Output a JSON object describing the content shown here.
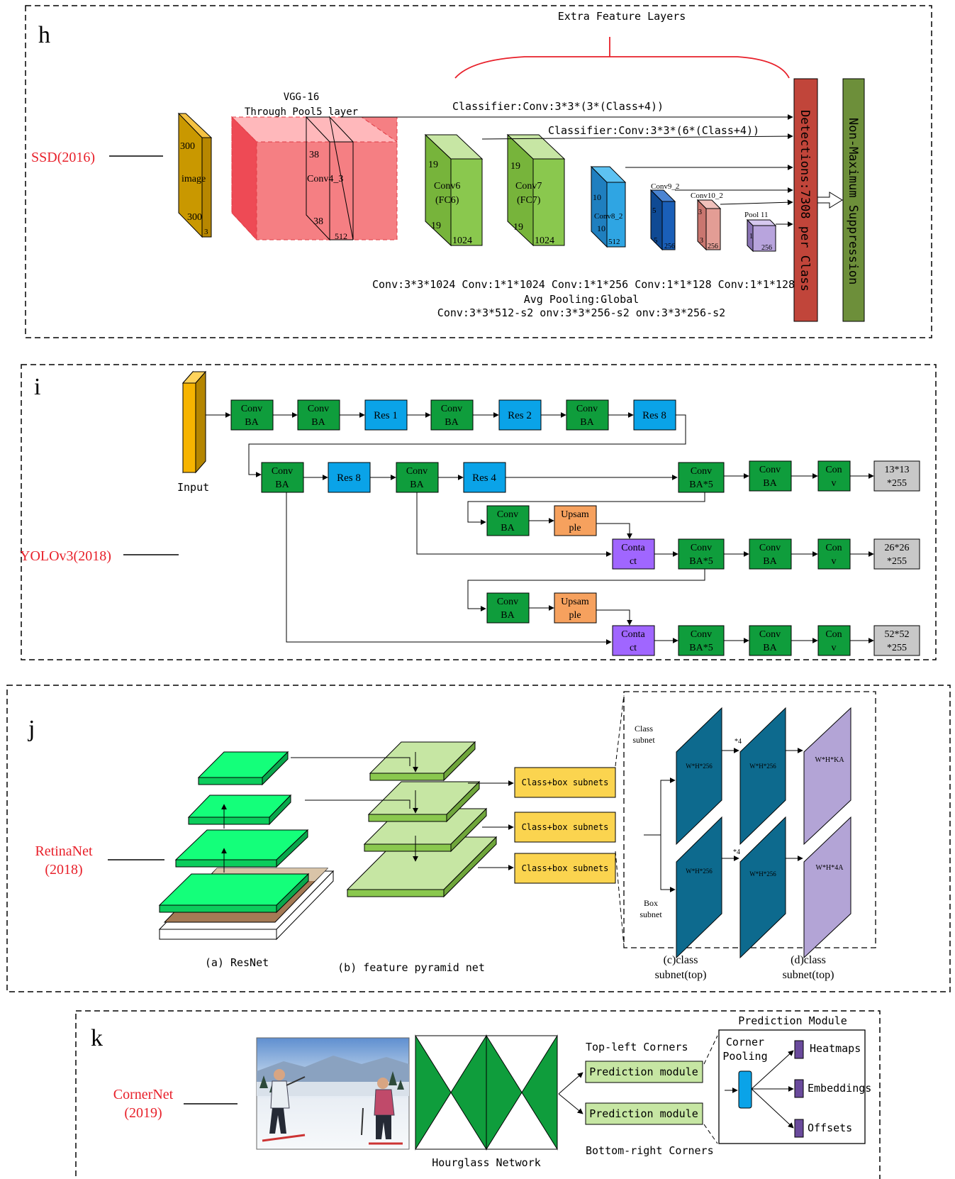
{
  "colors": {
    "red": "#e8202a",
    "yellow": "#f4b400",
    "green": "#0f9d3c",
    "blue": "#0aa3e8",
    "orange": "#f6a15e",
    "purple": "#a066ff",
    "gray": "#c8c8c8",
    "detections": "#c1453a",
    "nms": "#6d8f3a"
  },
  "ssd": {
    "letter": "h",
    "model": "SSD(2016)",
    "extra_feature_layers": "Extra Feature Layers",
    "vgg_line1": "VGG-16",
    "vgg_line2": "Through Pool5 layer",
    "input_top": "300",
    "input_mid": "image",
    "input_bottom": "300",
    "input_depth": "3",
    "conv4_name": "Conv4_3",
    "conv4_top": "38",
    "conv4_bottom": "38",
    "conv4_depth": "512",
    "conv6_name1": "Conv6",
    "conv6_name2": "(FC6)",
    "conv6_top": "19",
    "conv6_bottom": "19",
    "conv6_depth": "1024",
    "conv7_name1": "Conv7",
    "conv7_name2": "(FC7)",
    "conv7_top": "19",
    "conv7_bottom": "19",
    "conv7_depth": "1024",
    "conv8_name": "Conv8_2",
    "conv8_top": "10",
    "conv8_bottom": "10",
    "conv8_depth": "512",
    "conv9_name": "Conv9_2",
    "conv9_top": "5",
    "conv9_bottom": "5",
    "conv9_depth": "256",
    "conv10_name": "Conv10_2",
    "conv10_top": "3",
    "conv10_bottom": "3",
    "conv10_depth": "256",
    "pool11_name": "Pool 11",
    "pool11_mid": "1",
    "pool11_depth": "256",
    "classifier1": "Classifier:Conv:3*3*(3*(Class+4))",
    "classifier2": "Classifier:Conv:3*3*(6*(Class+4))",
    "detections": "Detections:7308 per Class",
    "nms": "Non-Maximum Suppression",
    "conv_line1": "Conv:3*3*1024 Conv:1*1*1024 Conv:1*1*256 Conv:1*1*128 Conv:1*1*128",
    "conv_line2": "Avg Pooling:Global",
    "conv_line3": "Conv:3*3*512-s2   onv:3*3*256-s2  onv:3*3*256-s2"
  },
  "yolo": {
    "letter": "i",
    "model": "YOLOv3(2018)",
    "input": "Input",
    "conv1": "Conv",
    "ba": "BA",
    "res1": "Res 1",
    "res2": "Res 2",
    "res8": "Res 8",
    "res4": "Res 4",
    "ba5": "BA*5",
    "con": "Con",
    "v": "v",
    "upsam": "Upsam",
    "ple": "ple",
    "conta": "Conta",
    "ct": "ct",
    "out1a": "13*13",
    "out1b": "*255",
    "out2a": "26*26",
    "out2b": "*255",
    "out3a": "52*52",
    "out3b": "*255"
  },
  "retina": {
    "letter": "j",
    "model1": "RetinaNet",
    "model2": "(2018)",
    "subnets": "Class+box subnets",
    "class_subnet1": "Class",
    "class_subnet2": "subnet",
    "box_subnet1": "Box",
    "box_subnet2": "subnet",
    "whx256": "W*H*256",
    "whka": "W*H*KA",
    "wh4a": "W*H*4A",
    "times4": "*4",
    "cap_a": "(a)  ResNet",
    "cap_b": "(b)  feature pyramid net",
    "cap_c1": "(c)class",
    "cap_c2": "subnet(top)",
    "cap_d1": "(d)class",
    "cap_d2": "subnet(top)"
  },
  "corner": {
    "letter": "k",
    "model1": "CornerNet",
    "model2": "(2019)",
    "hourglass": "Hourglass Network",
    "top_left": "Top-left Corners",
    "bottom_right": "Bottom-right Corners",
    "prediction_module": "Prediction module",
    "prediction_title": "Prediction Module",
    "corner_pooling1": "Corner",
    "corner_pooling2": "Pooling",
    "heatmaps": "Heatmaps",
    "embeddings": "Embeddings",
    "offsets": "Offsets"
  }
}
